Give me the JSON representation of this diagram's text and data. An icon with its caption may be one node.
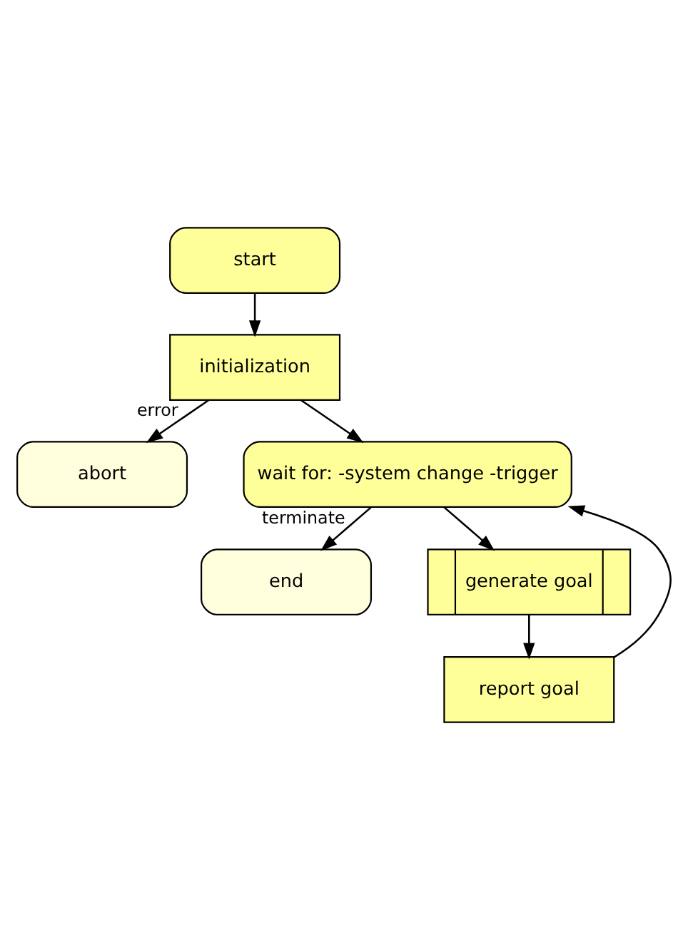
{
  "diagram": {
    "nodes": [
      {
        "text": [
          "start"
        ]
      },
      {
        "text": [
          "initialization"
        ]
      },
      {
        "text": [
          "abort"
        ]
      },
      {
        "text": [
          "wait for: -system change -trigger"
        ]
      },
      {
        "text": [
          "end"
        ]
      },
      {
        "text": [
          "generate goal"
        ]
      },
      {
        "text": [
          "report goal"
        ]
      }
    ],
    "edges": [
      {
        "from": 0,
        "to": 1,
        "arrow": "to"
      },
      {
        "from": 1,
        "to": 2,
        "arrow": "to",
        "label": "error"
      },
      {
        "from": 1,
        "to": 3,
        "arrow": "to"
      },
      {
        "from": 3,
        "to": 4,
        "arrow": "to",
        "label": "terminate"
      },
      {
        "from": 3,
        "to": 5,
        "arrow": "to"
      },
      {
        "from": 5,
        "to": 6,
        "arrow": "to"
      },
      {
        "from": 6,
        "to": 3,
        "arrow": "to"
      }
    ]
  }
}
